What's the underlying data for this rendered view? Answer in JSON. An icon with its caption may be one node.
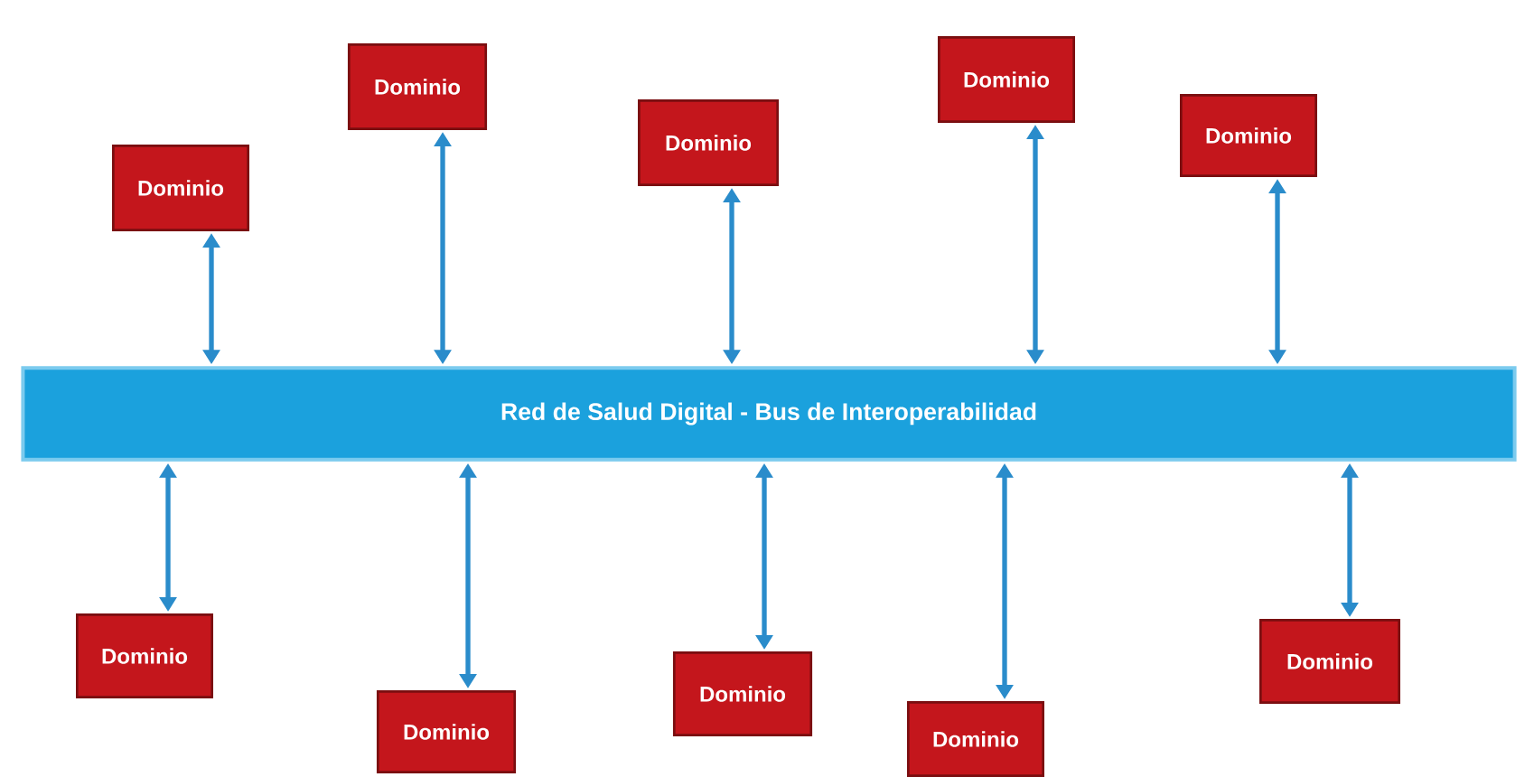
{
  "diagram": {
    "nodes": [
      {
        "text": [
          "Red de Salud Digital - Bus de Interoperabilidad"
        ]
      },
      {
        "text": [
          "Dominio"
        ]
      },
      {
        "text": [
          "Dominio"
        ]
      },
      {
        "text": [
          "Dominio"
        ]
      },
      {
        "text": [
          "Dominio"
        ]
      },
      {
        "text": [
          "Dominio"
        ]
      },
      {
        "text": [
          "Dominio"
        ]
      },
      {
        "text": [
          "Dominio"
        ]
      },
      {
        "text": [
          "Dominio"
        ]
      },
      {
        "text": [
          "Dominio"
        ]
      },
      {
        "text": [
          "Dominio"
        ]
      }
    ],
    "edges": [
      {
        "from": 1,
        "to": 0,
        "arrow": "both"
      },
      {
        "from": 2,
        "to": 0,
        "arrow": "both"
      },
      {
        "from": 3,
        "to": 0,
        "arrow": "both"
      },
      {
        "from": 4,
        "to": 0,
        "arrow": "both"
      },
      {
        "from": 5,
        "to": 0,
        "arrow": "both"
      },
      {
        "from": 0,
        "to": 6,
        "arrow": "both"
      },
      {
        "from": 0,
        "to": 7,
        "arrow": "both"
      },
      {
        "from": 0,
        "to": 8,
        "arrow": "both"
      },
      {
        "from": 0,
        "to": 9,
        "arrow": "both"
      },
      {
        "from": 0,
        "to": 10,
        "arrow": "both"
      }
    ]
  }
}
